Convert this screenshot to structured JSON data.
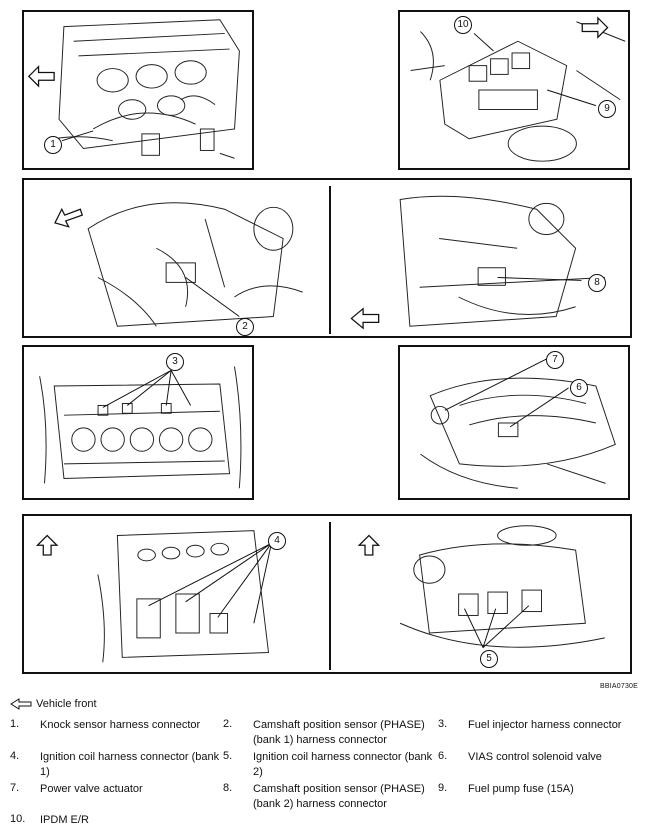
{
  "diagram_code": "BBIA0730E",
  "callouts": [
    "1",
    "2",
    "3",
    "4",
    "5",
    "6",
    "7",
    "8",
    "9",
    "10"
  ],
  "legend": {
    "front_label": "Vehicle front",
    "items": [
      {
        "num": "1.",
        "text": "Knock sensor harness connector"
      },
      {
        "num": "2.",
        "text": "Camshaft position sensor (PHASE) (bank 1) harness connector"
      },
      {
        "num": "3.",
        "text": "Fuel injector harness connector"
      },
      {
        "num": "4.",
        "text": "Ignition coil harness connector (bank 1)"
      },
      {
        "num": "5.",
        "text": "Ignition coil harness connector (bank 2)"
      },
      {
        "num": "6.",
        "text": "VIAS control solenoid valve"
      },
      {
        "num": "7.",
        "text": "Power valve actuator"
      },
      {
        "num": "8.",
        "text": "Camshaft position sensor (PHASE) (bank 2) harness connector"
      },
      {
        "num": "9.",
        "text": "Fuel pump fuse (15A)"
      },
      {
        "num": "10.",
        "text": "IPDM E/R"
      }
    ]
  }
}
